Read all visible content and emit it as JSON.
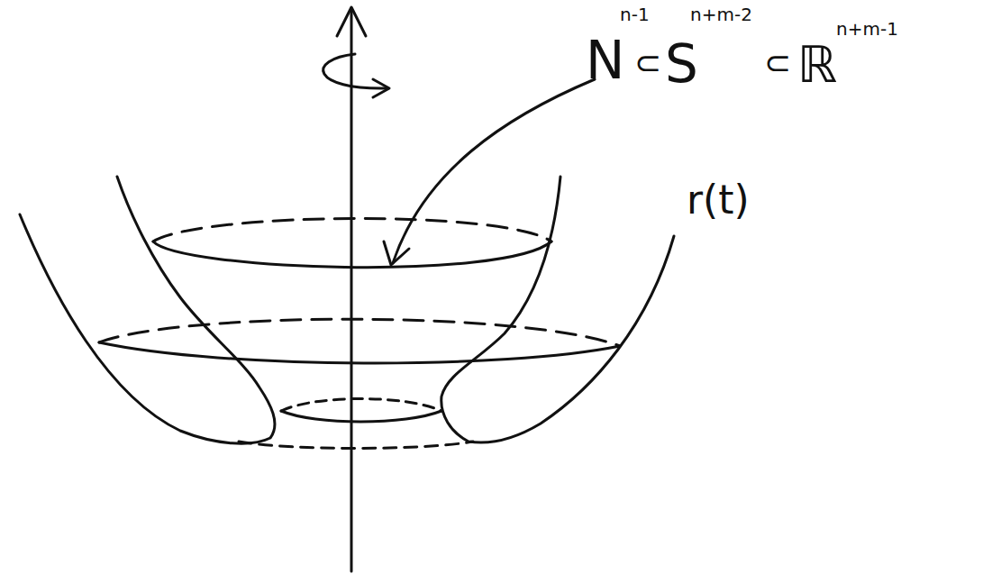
{
  "diagram": {
    "labels": [
      "N",
      "n-1",
      "⊂",
      "S",
      "n+m-2",
      "⊂",
      "ℝ",
      "n+m-1",
      "r(t)"
    ]
  }
}
